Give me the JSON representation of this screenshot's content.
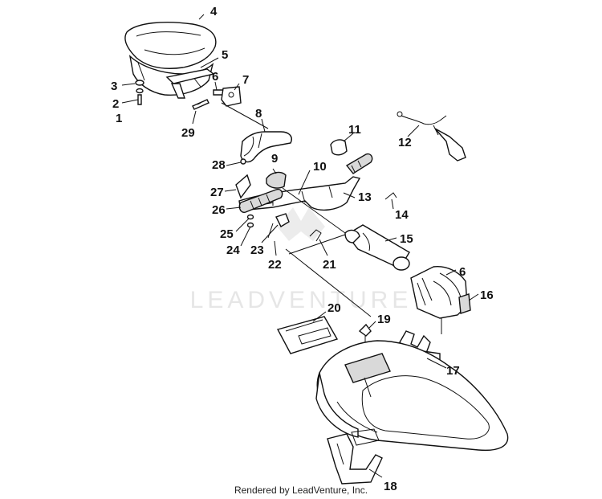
{
  "watermark": "LEADVENTURE",
  "footer": "Rendered by LeadVenture, Inc.",
  "callouts": [
    "4",
    "5",
    "6",
    "7",
    "3",
    "2",
    "1",
    "29",
    "8",
    "11",
    "12",
    "28",
    "9",
    "10",
    "13",
    "27",
    "26",
    "14",
    "25",
    "24",
    "23",
    "22",
    "21",
    "15",
    "6",
    "16",
    "20",
    "19",
    "17",
    "18"
  ]
}
